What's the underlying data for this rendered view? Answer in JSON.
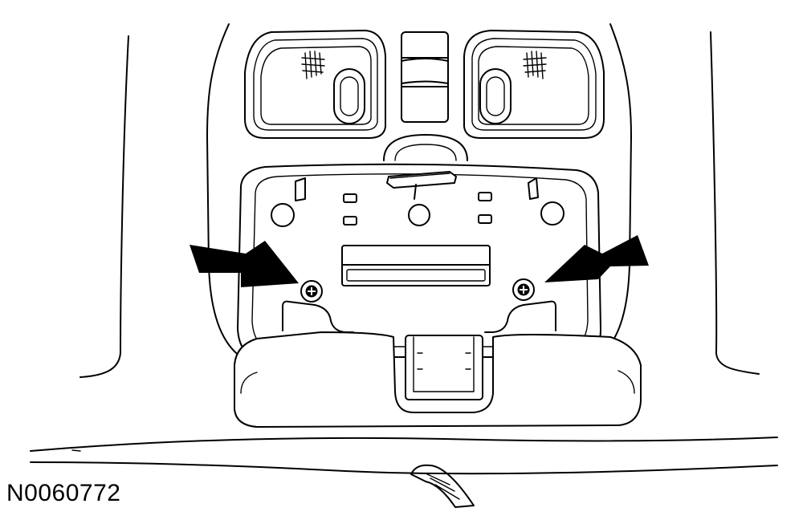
{
  "figure": {
    "code": "N0060772",
    "colors": {
      "line": "#000000",
      "background": "#ffffff"
    },
    "callouts": [
      "arrow-pointing-at-left-screw",
      "arrow-pointing-at-right-screw"
    ],
    "icons": [
      "screw-icon",
      "arrow-icon"
    ]
  }
}
